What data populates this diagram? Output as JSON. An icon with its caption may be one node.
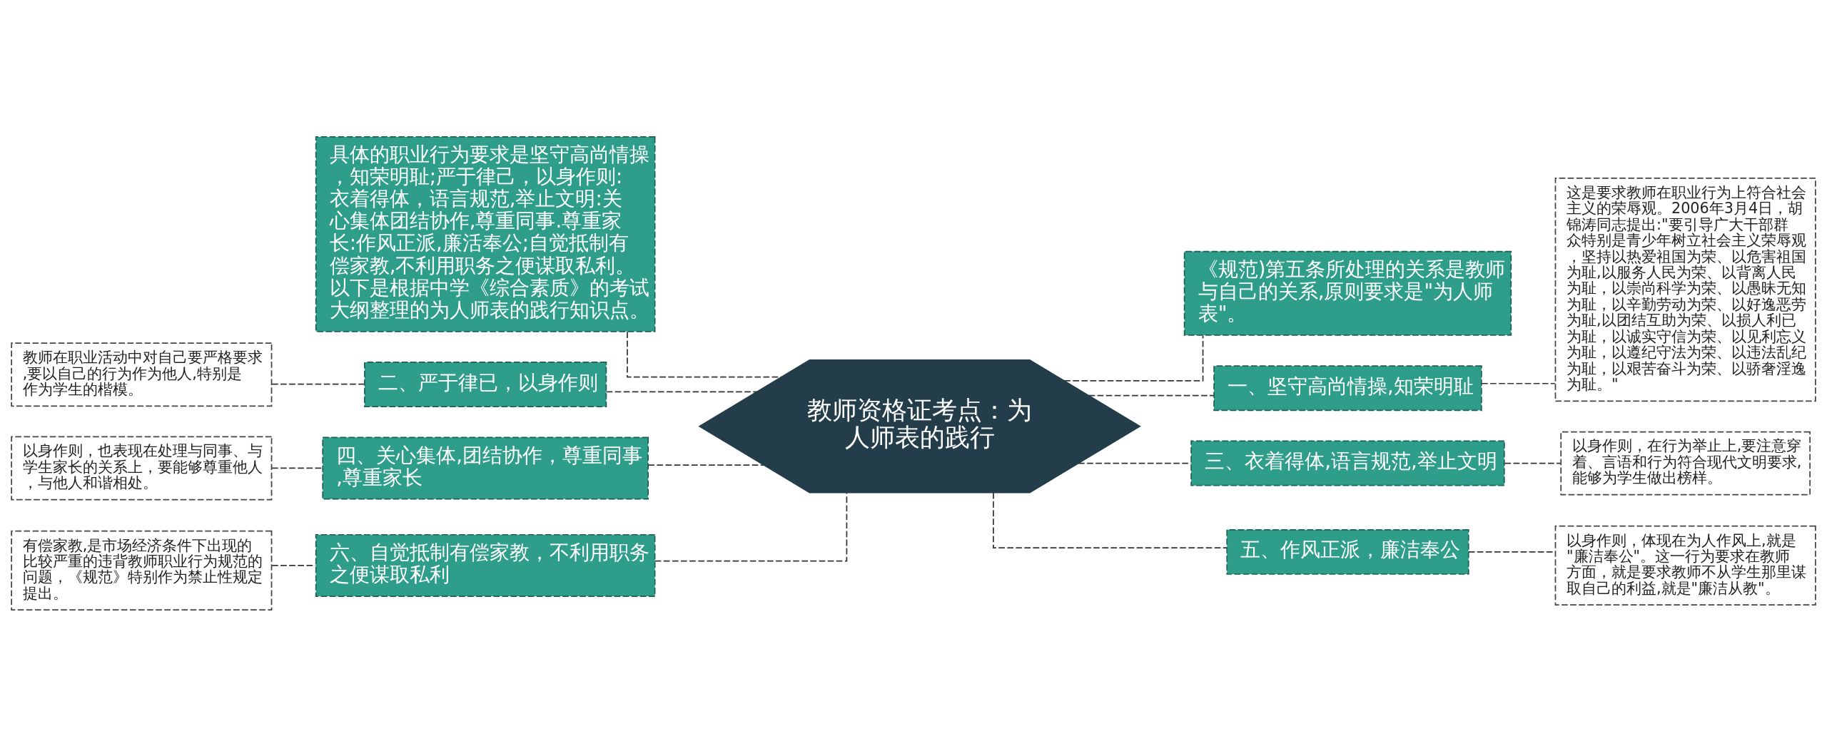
{
  "diagram": {
    "nodes": [
      {
        "text": [
          "教师资格证考点：为人师表的践行"
        ]
      },
      {
        "text": [
          "具体的职业行为要求是坚守高尚情操，知荣明耻;严于律己，以身作则:衣着得体，语言规范,举止文明:关心集体团结协作,尊重同事.尊重家长:作风正派,廉活奉公;自觉抵制有偿家教,不利用职务之便谋取私利。以下是根据中学《综合素质》的考试大纲整理的为人师表的践行知识点。"
        ]
      },
      {
        "text": [
          "二、严于律已，以身作则"
        ]
      },
      {
        "text": [
          "教师在职业活动中对自己要严格要求,要以自己的行为作为他人,特别是作为学生的楷模。"
        ]
      },
      {
        "text": [
          "四、关心集体,团结协作，尊重同事,尊重家长"
        ]
      },
      {
        "text": [
          "以身作则，也表现在处理与同事、与学生家长的关系上，要能够尊重他人，与他人和谐相处。"
        ]
      },
      {
        "text": [
          "六、自觉抵制有偿家教，不利用职务之便谋取私利"
        ]
      },
      {
        "text": [
          "有偿家教,是市场经济条件下出现的比较严重的违背教师职业行为规范的问题，《规范》特别作为禁止性规定提出。"
        ]
      },
      {
        "text": [
          "《规范)第五条所处理的关系是教师与自己的关系,原则要求是\"为人师表\"。"
        ]
      },
      {
        "text": [
          "一、坚守高尚情操,知荣明耻"
        ]
      },
      {
        "text": [
          "这是要求教师在职业行为上符合社会主义的荣辱观。2006年3月4日，胡锦涛同志提出:\"要引导广大干部群众特别是青少年树立社会主义荣辱观，坚持以热爱祖国为荣、以危害祖国为耻,以服务人民为荣、以背离人民为耻，以崇尚科学为荣、以愚昧无知为耻，以辛勤劳动为荣、以好逸恶劳为耻,以团结互助为荣、以损人利已为耻，以诚实守信为荣、以见利忘义为耻，以遵纪守法为荣、以违法乱纪为耻，以艰苦奋斗为荣、以骄奢淫逸为耻。\""
        ]
      },
      {
        "text": [
          "三、衣着得体,语言规范,举止文明"
        ]
      },
      {
        "text": [
          "以身作则，在行为举止上,要注意穿着、言语和行为符合现代文明要求,能够为学生做出榜样。"
        ]
      },
      {
        "text": [
          "五、作风正派，廉洁奉公"
        ]
      },
      {
        "text": [
          "以身作则，体现在为人作风上,就是\"廉洁奉公\"。这一行为要求在教师方面，就是要求教师不从学生那里谋取自己的利益,就是\"廉洁从教\"。"
        ]
      }
    ],
    "edges": [
      {
        "from": 0,
        "to": 1,
        "arrow": "none",
        "style": "dashed"
      },
      {
        "from": 0,
        "to": 2,
        "arrow": "none",
        "style": "dashed"
      },
      {
        "from": 2,
        "to": 3,
        "arrow": "none",
        "style": "dashed"
      },
      {
        "from": 0,
        "to": 4,
        "arrow": "none",
        "style": "dashed"
      },
      {
        "from": 4,
        "to": 5,
        "arrow": "none",
        "style": "dashed"
      },
      {
        "from": 0,
        "to": 6,
        "arrow": "none",
        "style": "dashed"
      },
      {
        "from": 6,
        "to": 7,
        "arrow": "none",
        "style": "dashed"
      },
      {
        "from": 0,
        "to": 8,
        "arrow": "none",
        "style": "dashed"
      },
      {
        "from": 0,
        "to": 9,
        "arrow": "none",
        "style": "dashed"
      },
      {
        "from": 9,
        "to": 10,
        "arrow": "none",
        "style": "dashed"
      },
      {
        "from": 0,
        "to": 11,
        "arrow": "none",
        "style": "dashed"
      },
      {
        "from": 11,
        "to": 12,
        "arrow": "none",
        "style": "dashed"
      },
      {
        "from": 0,
        "to": 13,
        "arrow": "none",
        "style": "dashed"
      },
      {
        "from": 13,
        "to": 14,
        "arrow": "none",
        "style": "dashed"
      }
    ]
  }
}
